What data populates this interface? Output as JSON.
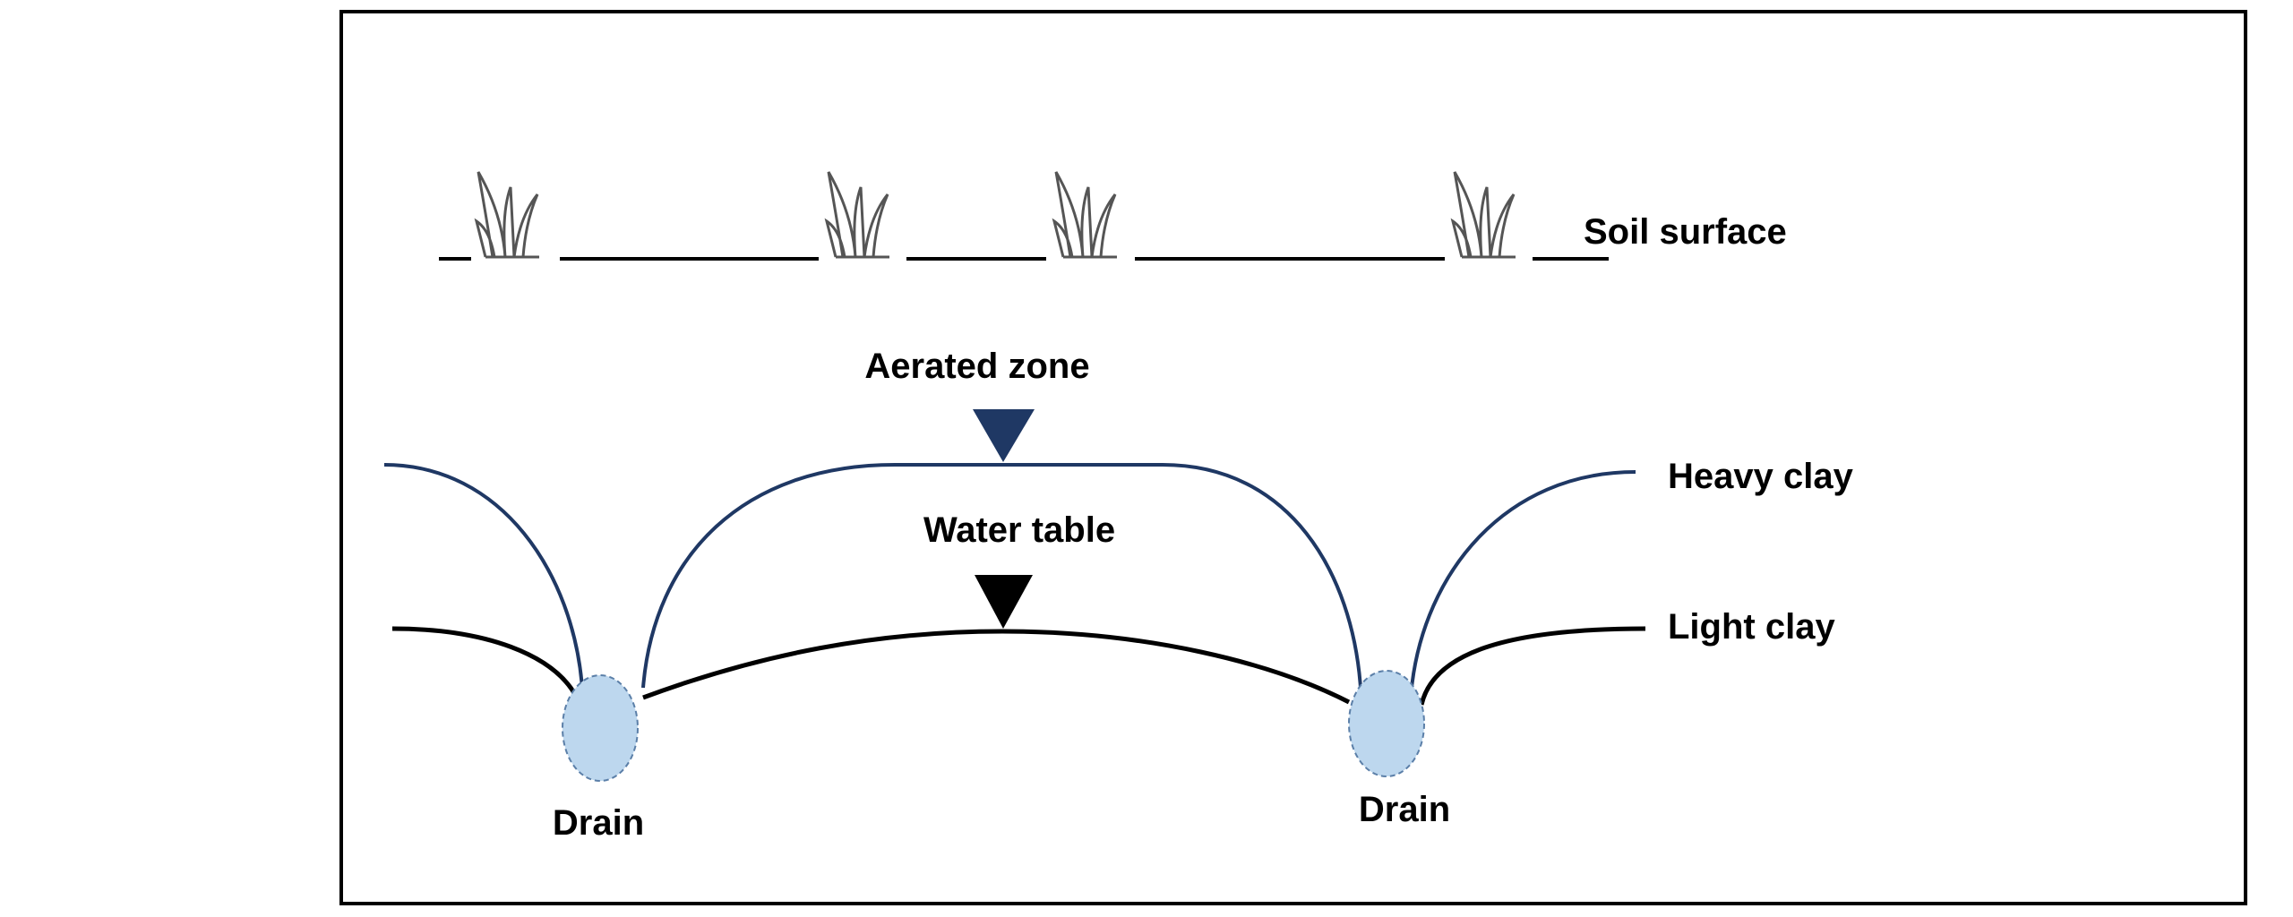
{
  "labels": {
    "soil_surface": "Soil surface",
    "aerated_zone": "Aerated zone",
    "water_table": "Water table",
    "heavy_clay": "Heavy clay",
    "light_clay": "Light clay",
    "drain_left": "Drain",
    "drain_right": "Drain"
  },
  "colors": {
    "heavy_clay_line": "#1f3864",
    "light_clay_line": "#000000",
    "drain_fill": "#bdd7ee",
    "drain_outline": "#5b7fa8",
    "grass": "#555555"
  },
  "icons": {
    "grass": "grass-tuft-icon",
    "aerated_marker": "down-triangle-marker",
    "water_table_marker": "down-triangle-marker"
  }
}
